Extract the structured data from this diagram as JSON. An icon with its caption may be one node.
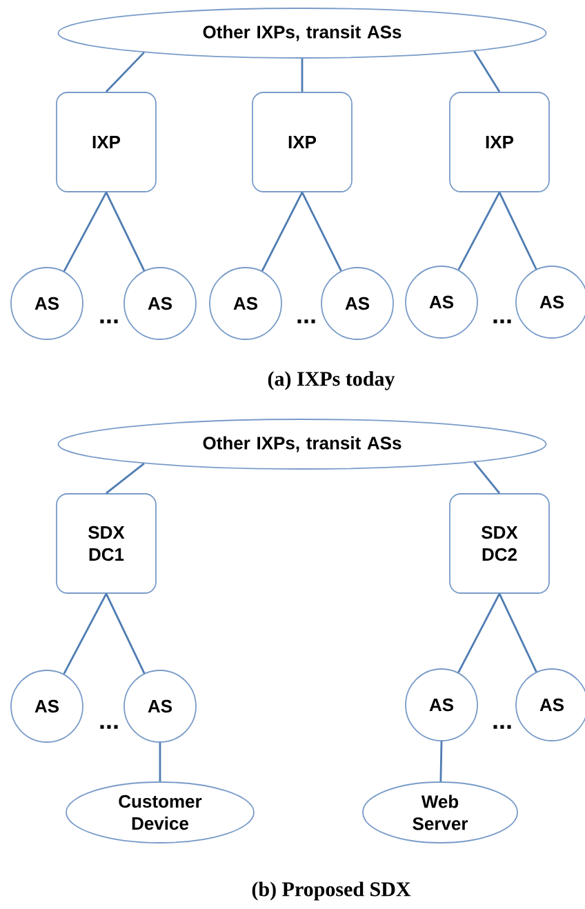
{
  "diagram": {
    "nodes": [
      {
        "text": [
          "Other IXPs, transit ASs"
        ]
      },
      {
        "text": [
          "IXP"
        ]
      },
      {
        "text": [
          "IXP"
        ]
      },
      {
        "text": [
          "IXP"
        ]
      },
      {
        "text": [
          "AS"
        ]
      },
      {
        "text": [
          "AS"
        ]
      },
      {
        "text": [
          "AS"
        ]
      },
      {
        "text": [
          "AS"
        ]
      },
      {
        "text": [
          "AS"
        ]
      },
      {
        "text": [
          "AS"
        ]
      },
      {
        "text": [
          "Other IXPs, transit ASs"
        ]
      },
      {
        "text": [
          "SDX DC1"
        ]
      },
      {
        "text": [
          "SDX DC2"
        ]
      },
      {
        "text": [
          "AS"
        ]
      },
      {
        "text": [
          "AS"
        ]
      },
      {
        "text": [
          "AS"
        ]
      },
      {
        "text": [
          "AS"
        ]
      },
      {
        "text": [
          "Customer Device"
        ]
      },
      {
        "text": [
          "Web Server"
        ]
      }
    ],
    "edges": [
      {
        "from": 0,
        "to": 1,
        "arrow": "none"
      },
      {
        "from": 0,
        "to": 2,
        "arrow": "none"
      },
      {
        "from": 0,
        "to": 3,
        "arrow": "none"
      },
      {
        "from": 1,
        "to": 4,
        "arrow": "none"
      },
      {
        "from": 1,
        "to": 5,
        "arrow": "none"
      },
      {
        "from": 2,
        "to": 6,
        "arrow": "none"
      },
      {
        "from": 2,
        "to": 7,
        "arrow": "none"
      },
      {
        "from": 3,
        "to": 8,
        "arrow": "none"
      },
      {
        "from": 3,
        "to": 9,
        "arrow": "none"
      },
      {
        "from": 10,
        "to": 11,
        "arrow": "none"
      },
      {
        "from": 10,
        "to": 12,
        "arrow": "none"
      },
      {
        "from": 11,
        "to": 13,
        "arrow": "none"
      },
      {
        "from": 11,
        "to": 14,
        "arrow": "none"
      },
      {
        "from": 12,
        "to": 15,
        "arrow": "none"
      },
      {
        "from": 12,
        "to": 16,
        "arrow": "none"
      },
      {
        "from": 14,
        "to": 17,
        "arrow": "none"
      },
      {
        "from": 15,
        "to": 18,
        "arrow": "none"
      }
    ],
    "labels": [
      "...",
      "...",
      "...",
      "(a) IXPs today",
      "...",
      "...",
      "(b) Proposed SDX"
    ]
  }
}
